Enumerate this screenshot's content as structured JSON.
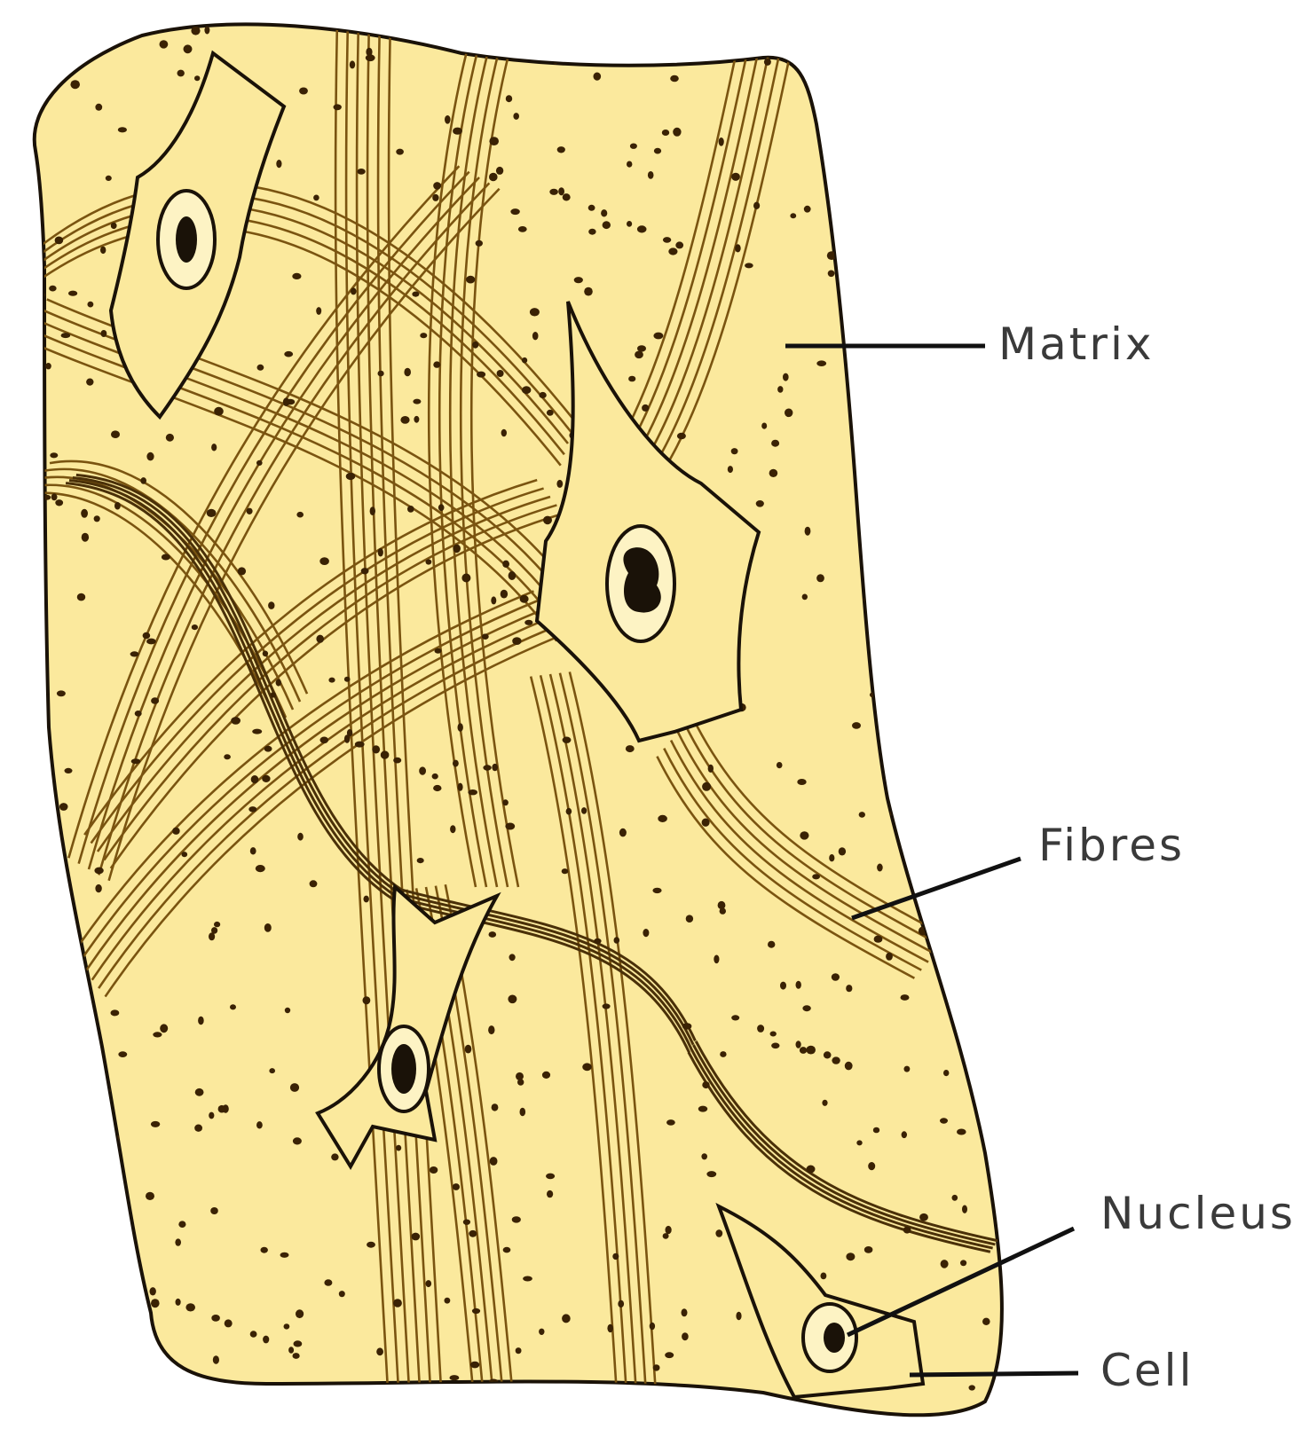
{
  "labels": {
    "matrix": "Matrix",
    "fibres": "Fibres",
    "nucleus": "Nucleus",
    "cell": "Cell"
  },
  "colors": {
    "tissue_fill": "#fbe99d",
    "outline": "#1a1208",
    "fibre": "#7a5410",
    "granule": "#3a2204",
    "label_text": "#3a3a3a"
  }
}
